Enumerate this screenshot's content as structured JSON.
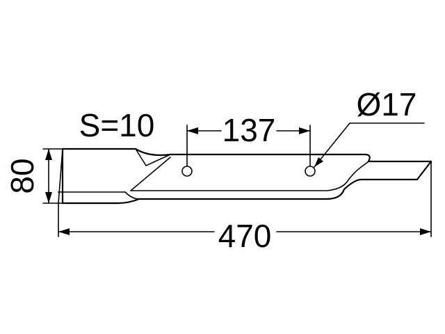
{
  "drawing": {
    "thickness_label": "S=10",
    "hole_spacing_label": "137",
    "hole_diameter_label": "Ø17",
    "width_label": "80",
    "length_label": "470"
  }
}
